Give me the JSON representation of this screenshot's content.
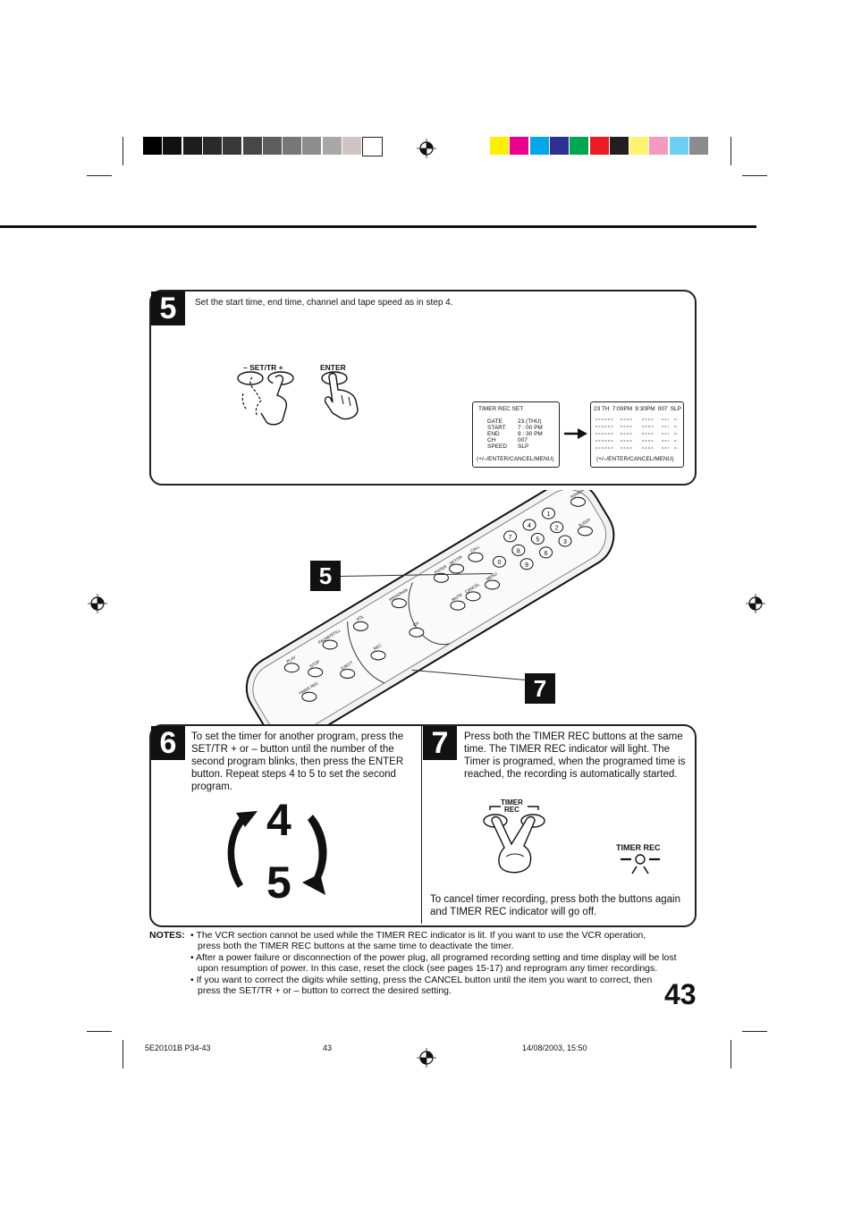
{
  "step5": {
    "number": "5",
    "instruction": "Set the start time, end time, channel and tape speed as in step 4.",
    "set_tr_label": "– SET/TR +",
    "enter_label": "ENTER",
    "screen1": {
      "title": "TIMER  REC  SET",
      "labels": [
        "DATE",
        "START",
        "END",
        "CH",
        "SPEED"
      ],
      "values": [
        "23 (THU)",
        "7 : 00 PM",
        "9 : 30 PM",
        "007",
        "SLP"
      ],
      "footer": "(+/–/ENTER/CANCEL/MENU)"
    },
    "screen2": {
      "header": [
        "23 TH",
        "7:00PM",
        "9:30PM",
        "007",
        "SLP"
      ],
      "footer": "(+/–/ENTER/CANCEL/MENU)"
    }
  },
  "callouts": {
    "a": "5",
    "b": "7"
  },
  "remote": {
    "digits": [
      "1",
      "2",
      "3",
      "4",
      "5",
      "6",
      "7",
      "8",
      "9",
      "0"
    ],
    "labels": [
      "SLEEP",
      "POWER",
      "CALL",
      "MENU",
      "SET/TR",
      "CANCEL",
      "ENTER",
      "MUTE",
      "PROGRAM",
      "CH",
      "VOL",
      "REC",
      "PAUSE/STILL",
      "EJECT",
      "STOP",
      "PLAY",
      "TIMER REC"
    ]
  },
  "step6": {
    "number": "6",
    "text": "To set the timer for another program, press the SET/TR + or – button until the number of the second program blinks, then press the ENTER button. Repeat steps 4 to 5 to set the second program.",
    "cycle_top": "4",
    "cycle_bottom": "5"
  },
  "step7": {
    "number": "7",
    "text": "Press both the TIMER REC buttons at the same time. The TIMER REC indicator will light. The Timer is programed, when the programed time is reached, the recording is automatically started.",
    "button_label_1": "TIMER",
    "button_label_2": "REC",
    "indicator_label": "TIMER REC",
    "cancel_text": "To cancel timer recording, press both the buttons again and TIMER REC indicator will go off."
  },
  "notes": {
    "heading": "NOTES:",
    "items": [
      [
        "• The VCR section cannot be used while the TIMER REC indicator is lit. If you want to use the VCR operation,",
        "press both the TIMER REC buttons at the same time to deactivate the timer."
      ],
      [
        "• After a power failure or disconnection of the power plug, all programed recording setting and time display will be lost",
        "upon resumption of power. In this case, reset the clock (see pages 15-17) and reprogram any timer recordings."
      ],
      [
        "• If you want to correct the digits while setting, press the CANCEL button until the item you want to correct, then",
        "press the SET/TR + or – button to correct the desired setting."
      ]
    ]
  },
  "page_number": "43",
  "footer": {
    "code": "5E20101B P34-43",
    "page": "43",
    "datetime": "14/08/2003, 15:50"
  },
  "colors": {
    "gray_bar": [
      "#000000",
      "#111111",
      "#1d1d1d",
      "#2a2a2a",
      "#383838",
      "#474747",
      "#5e5e5e",
      "#777777",
      "#8e8e8e",
      "#a8a8a8",
      "#cfc6c3",
      "#ffffff"
    ],
    "color_bar": [
      "#ffef00",
      "#ec008c",
      "#00a8e8",
      "#2e3192",
      "#00a651",
      "#ed1c24",
      "#231f20",
      "#fff36e",
      "#f49ac1",
      "#6dcff6",
      "#8c8c8c"
    ]
  }
}
